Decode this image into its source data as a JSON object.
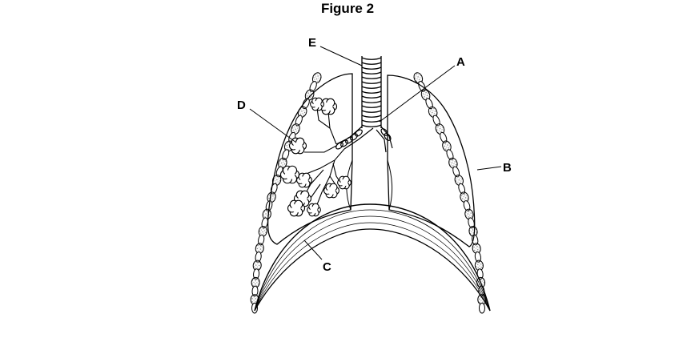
{
  "figure": {
    "title": "Figure 2"
  },
  "labels": {
    "a": "A",
    "b": "B",
    "c": "C",
    "d": "D",
    "e": "E"
  },
  "colors": {
    "line": "#000000",
    "rib_fill": "#d9d9d9",
    "background": "#ffffff"
  }
}
